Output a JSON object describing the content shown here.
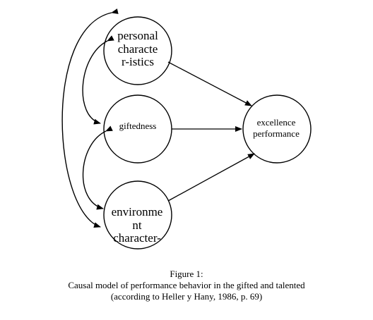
{
  "diagram": {
    "nodes": {
      "personal": {
        "lines": [
          "personal",
          "characte",
          "r-istics"
        ]
      },
      "giftedness": {
        "label": "giftedness"
      },
      "environment": {
        "lines": [
          "environme",
          "nt",
          "character-"
        ]
      },
      "excellence": {
        "lines": [
          "excellence",
          "performance"
        ]
      }
    },
    "colors": {
      "stroke": "#000000",
      "background": "#ffffff"
    }
  },
  "caption": {
    "figure_label": "Figure 1:",
    "title": "Causal model of performance behavior in the gifted and talented",
    "source": "(according to Heller y Hany, 1986, p. 69)"
  }
}
